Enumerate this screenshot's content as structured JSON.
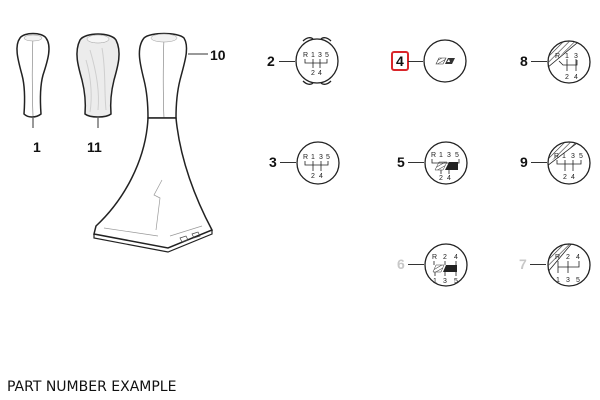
{
  "diagram": {
    "title": "Gear shift knob and gaiter parts diagram",
    "caption": "PART NUMBER EXAMPLE",
    "accent_color": "#d9262a",
    "selected_part": "4",
    "parts": [
      {
        "id": "1",
        "label": "1",
        "description": "gear shift knob"
      },
      {
        "id": "11",
        "label": "11",
        "description": "gear shift knob, wood"
      },
      {
        "id": "10",
        "label": "10",
        "description": "gear shift knob with gaiter"
      },
      {
        "id": "2",
        "label": "2",
        "description": "shift pattern emblem, R 1 3 5 / 2 4, with tabs"
      },
      {
        "id": "3",
        "label": "3",
        "description": "shift pattern emblem, R 1 3 5 / 2 4"
      },
      {
        "id": "4",
        "label": "4",
        "description": "M emblem",
        "selected": true
      },
      {
        "id": "5",
        "label": "5",
        "description": "shift pattern emblem, M stripes, R 1 3 5 / 2 4"
      },
      {
        "id": "6",
        "label": "6",
        "description": "shift pattern emblem, M stripes, R 2 4 / 1 3 5",
        "faded": true
      },
      {
        "id": "7",
        "label": "7",
        "description": "shift pattern emblem, hatched segment, R 1 3 / 2 4"
      },
      {
        "id": "8",
        "label": "8",
        "description": "shift pattern emblem, hatched segment, R 1 3 5 / 2 4"
      },
      {
        "id": "9",
        "label": "9",
        "description": "shift pattern emblem, hatched segment, R 2 4 / 1 3 5",
        "faded": true
      }
    ],
    "patterns": {
      "top_R135": [
        "R",
        "1",
        "3",
        "5"
      ],
      "bottom_24": [
        "2",
        "4"
      ],
      "top_R13": [
        "R",
        "1",
        "3"
      ],
      "top_R24": [
        "R",
        "2",
        "4"
      ],
      "bottom_135": [
        "1",
        "3",
        "5"
      ]
    }
  }
}
